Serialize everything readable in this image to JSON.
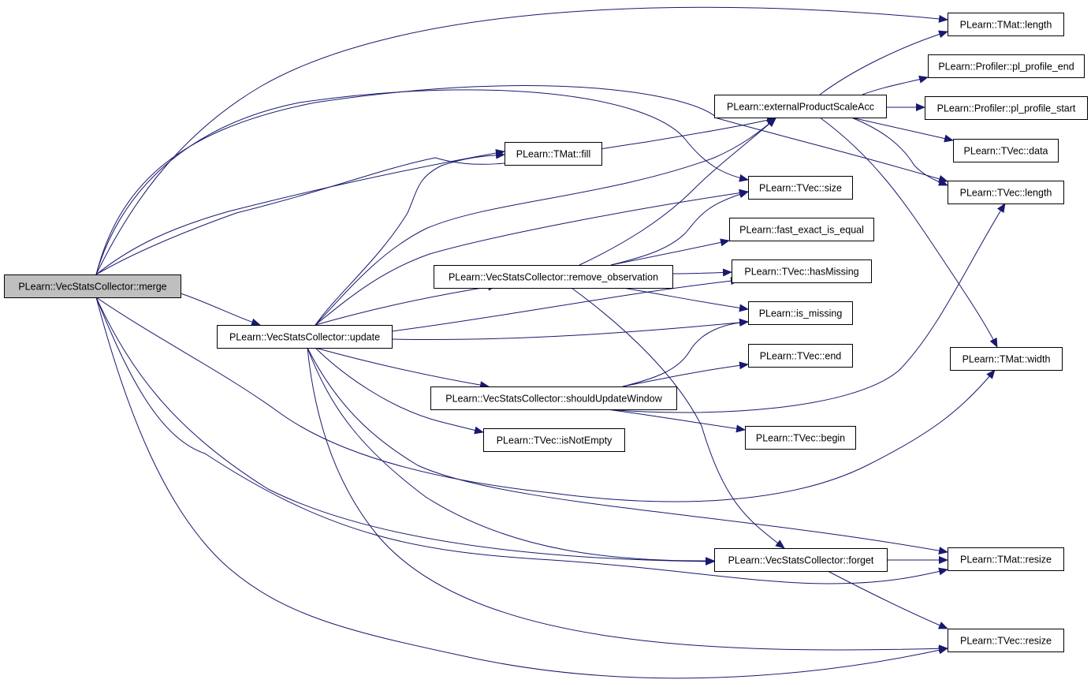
{
  "graph": {
    "root": "merge",
    "colors": {
      "edge": "#191970",
      "root_fill": "#bfbfbf",
      "node_fill": "#ffffff",
      "node_border": "#000000"
    },
    "nodes": [
      {
        "id": "merge",
        "label": "PLearn::VecStatsCollector::merge",
        "root": true
      },
      {
        "id": "update",
        "label": "PLearn::VecStatsCollector::update"
      },
      {
        "id": "fill",
        "label": "PLearn::TMat::fill"
      },
      {
        "id": "remove",
        "label": "PLearn::VecStatsCollector::remove_observation"
      },
      {
        "id": "should",
        "label": "PLearn::VecStatsCollector::shouldUpdateWindow"
      },
      {
        "id": "isnotempty",
        "label": "PLearn::TVec::isNotEmpty"
      },
      {
        "id": "extprod",
        "label": "PLearn::externalProductScaleAcc"
      },
      {
        "id": "tvecsize",
        "label": "PLearn::TVec::size"
      },
      {
        "id": "fastexact",
        "label": "PLearn::fast_exact_is_equal"
      },
      {
        "id": "hasmissing",
        "label": "PLearn::TVec::hasMissing"
      },
      {
        "id": "ismissing",
        "label": "PLearn::is_missing"
      },
      {
        "id": "tvecend",
        "label": "PLearn::TVec::end"
      },
      {
        "id": "tvecbegin",
        "label": "PLearn::TVec::begin"
      },
      {
        "id": "forget",
        "label": "PLearn::VecStatsCollector::forget"
      },
      {
        "id": "tmatlength",
        "label": "PLearn::TMat::length"
      },
      {
        "id": "profend",
        "label": "PLearn::Profiler::pl_profile_end"
      },
      {
        "id": "profstart",
        "label": "PLearn::Profiler::pl_profile_start"
      },
      {
        "id": "tvecdata",
        "label": "PLearn::TVec::data"
      },
      {
        "id": "tveclength",
        "label": "PLearn::TVec::length"
      },
      {
        "id": "tmatwidth",
        "label": "PLearn::TMat::width"
      },
      {
        "id": "tmatresize",
        "label": "PLearn::TMat::resize"
      },
      {
        "id": "tvecresize",
        "label": "PLearn::TVec::resize"
      }
    ],
    "edges": [
      [
        "merge",
        "tmatlength"
      ],
      [
        "merge",
        "tvecsize"
      ],
      [
        "merge",
        "tveclength"
      ],
      [
        "merge",
        "fill"
      ],
      [
        "merge",
        "extprod"
      ],
      [
        "merge",
        "update"
      ],
      [
        "merge",
        "tmatwidth"
      ],
      [
        "merge",
        "tmatresize"
      ],
      [
        "merge",
        "tvecresize"
      ],
      [
        "merge",
        "forget"
      ],
      [
        "update",
        "fill"
      ],
      [
        "update",
        "tvecsize"
      ],
      [
        "update",
        "extprod"
      ],
      [
        "update",
        "remove"
      ],
      [
        "update",
        "hasmissing"
      ],
      [
        "update",
        "ismissing"
      ],
      [
        "update",
        "should"
      ],
      [
        "update",
        "isnotempty"
      ],
      [
        "update",
        "forget"
      ],
      [
        "update",
        "tmatresize"
      ],
      [
        "update",
        "tvecresize"
      ],
      [
        "remove",
        "extprod"
      ],
      [
        "remove",
        "tvecsize"
      ],
      [
        "remove",
        "fastexact"
      ],
      [
        "remove",
        "hasmissing"
      ],
      [
        "remove",
        "ismissing"
      ],
      [
        "remove",
        "forget"
      ],
      [
        "should",
        "ismissing"
      ],
      [
        "should",
        "tvecend"
      ],
      [
        "should",
        "tvecbegin"
      ],
      [
        "should",
        "tveclength"
      ],
      [
        "extprod",
        "tmatlength"
      ],
      [
        "extprod",
        "profend"
      ],
      [
        "extprod",
        "profstart"
      ],
      [
        "extprod",
        "tvecdata"
      ],
      [
        "extprod",
        "tveclength"
      ],
      [
        "extprod",
        "tmatwidth"
      ],
      [
        "forget",
        "tmatresize"
      ],
      [
        "forget",
        "tvecresize"
      ]
    ]
  }
}
